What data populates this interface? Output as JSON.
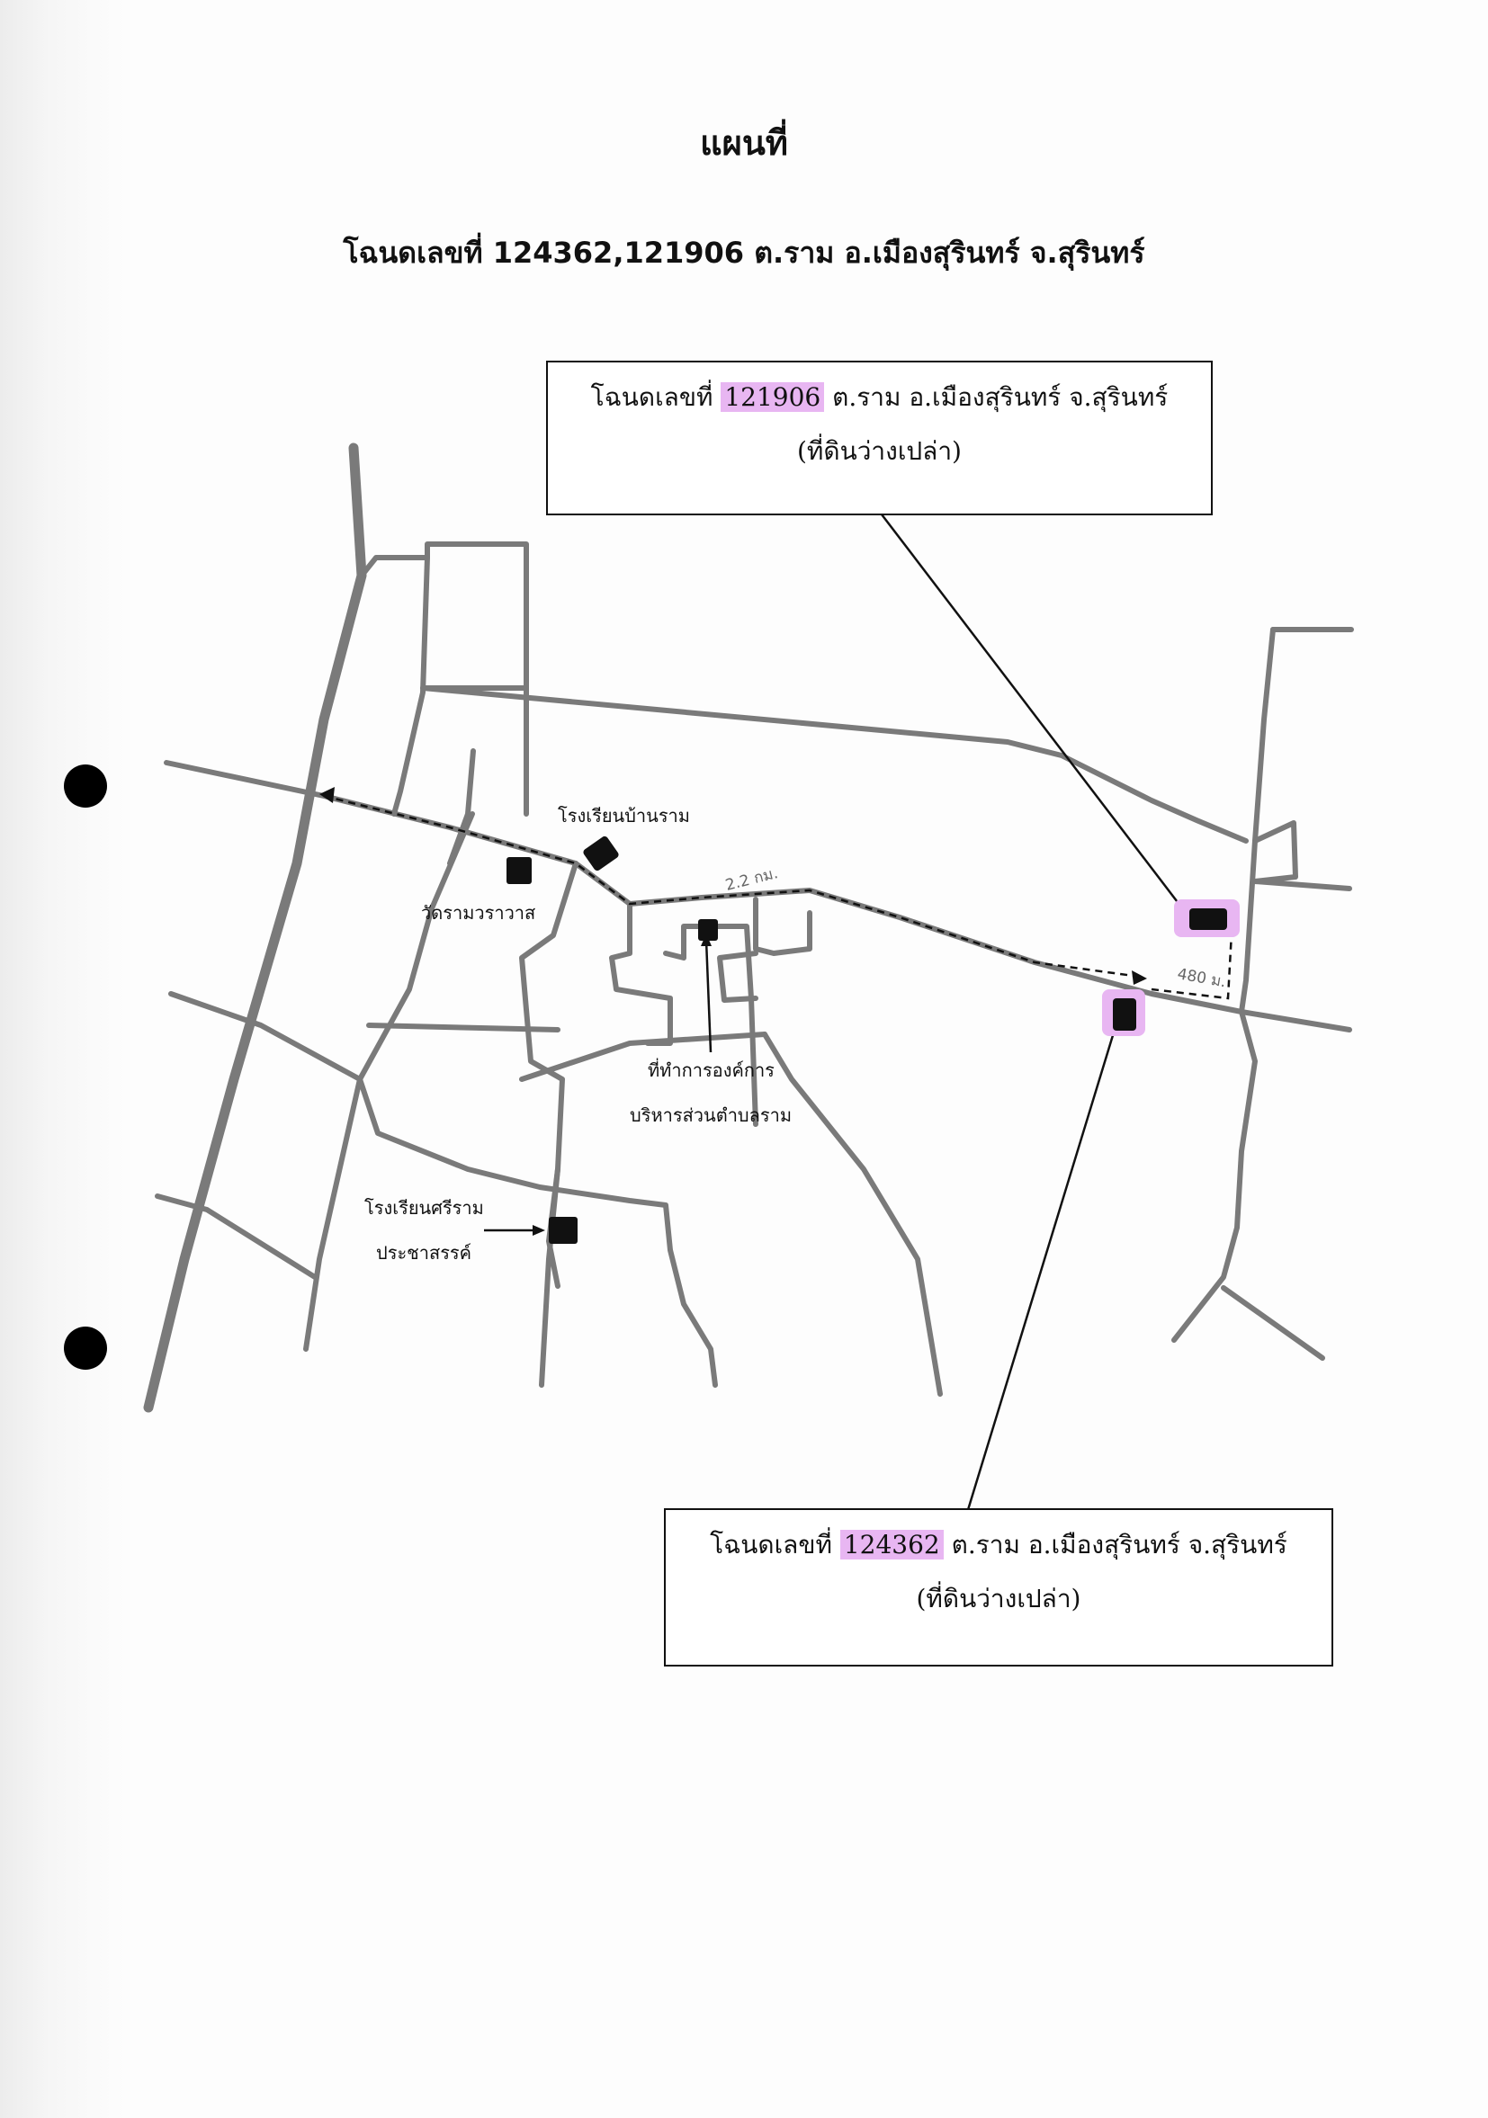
{
  "document": {
    "title": "แผนที่",
    "subtitle": "โฉนดเลขที่ 124362,121906 ต.ราม อ.เมืองสุรินทร์ จ.สุรินทร์"
  },
  "callouts": {
    "top": {
      "prefix": "โฉนดเลขที่",
      "deed_number": "121906",
      "suffix": "ต.ราม อ.เมืองสุรินทร์ จ.สุรินทร์",
      "note": "(ที่ดินว่างเปล่า)"
    },
    "bottom": {
      "prefix": "โฉนดเลขที่",
      "deed_number": "124362",
      "suffix": "ต.ราม อ.เมืองสุรินทร์ จ.สุรินทร์",
      "note": "(ที่ดินว่างเปล่า)"
    }
  },
  "map": {
    "landmarks": {
      "school_ban_ram": "โรงเรียนบ้านราม",
      "wat": "วัดรามวราวาส",
      "sao_office_line1": "ที่ทำการองค์การ",
      "sao_office_line2": "บริหารส่วนตำบลราม",
      "school_sriram_line1": "โรงเรียนศรีราม",
      "school_sriram_line2": "ประชาสรรค์"
    },
    "distances": {
      "main_route": "2.2 กม.",
      "spur": "480 ม."
    },
    "colors": {
      "road": "#7a7a7a",
      "marker": "#111111",
      "highlight": "#e8b6f2"
    }
  }
}
